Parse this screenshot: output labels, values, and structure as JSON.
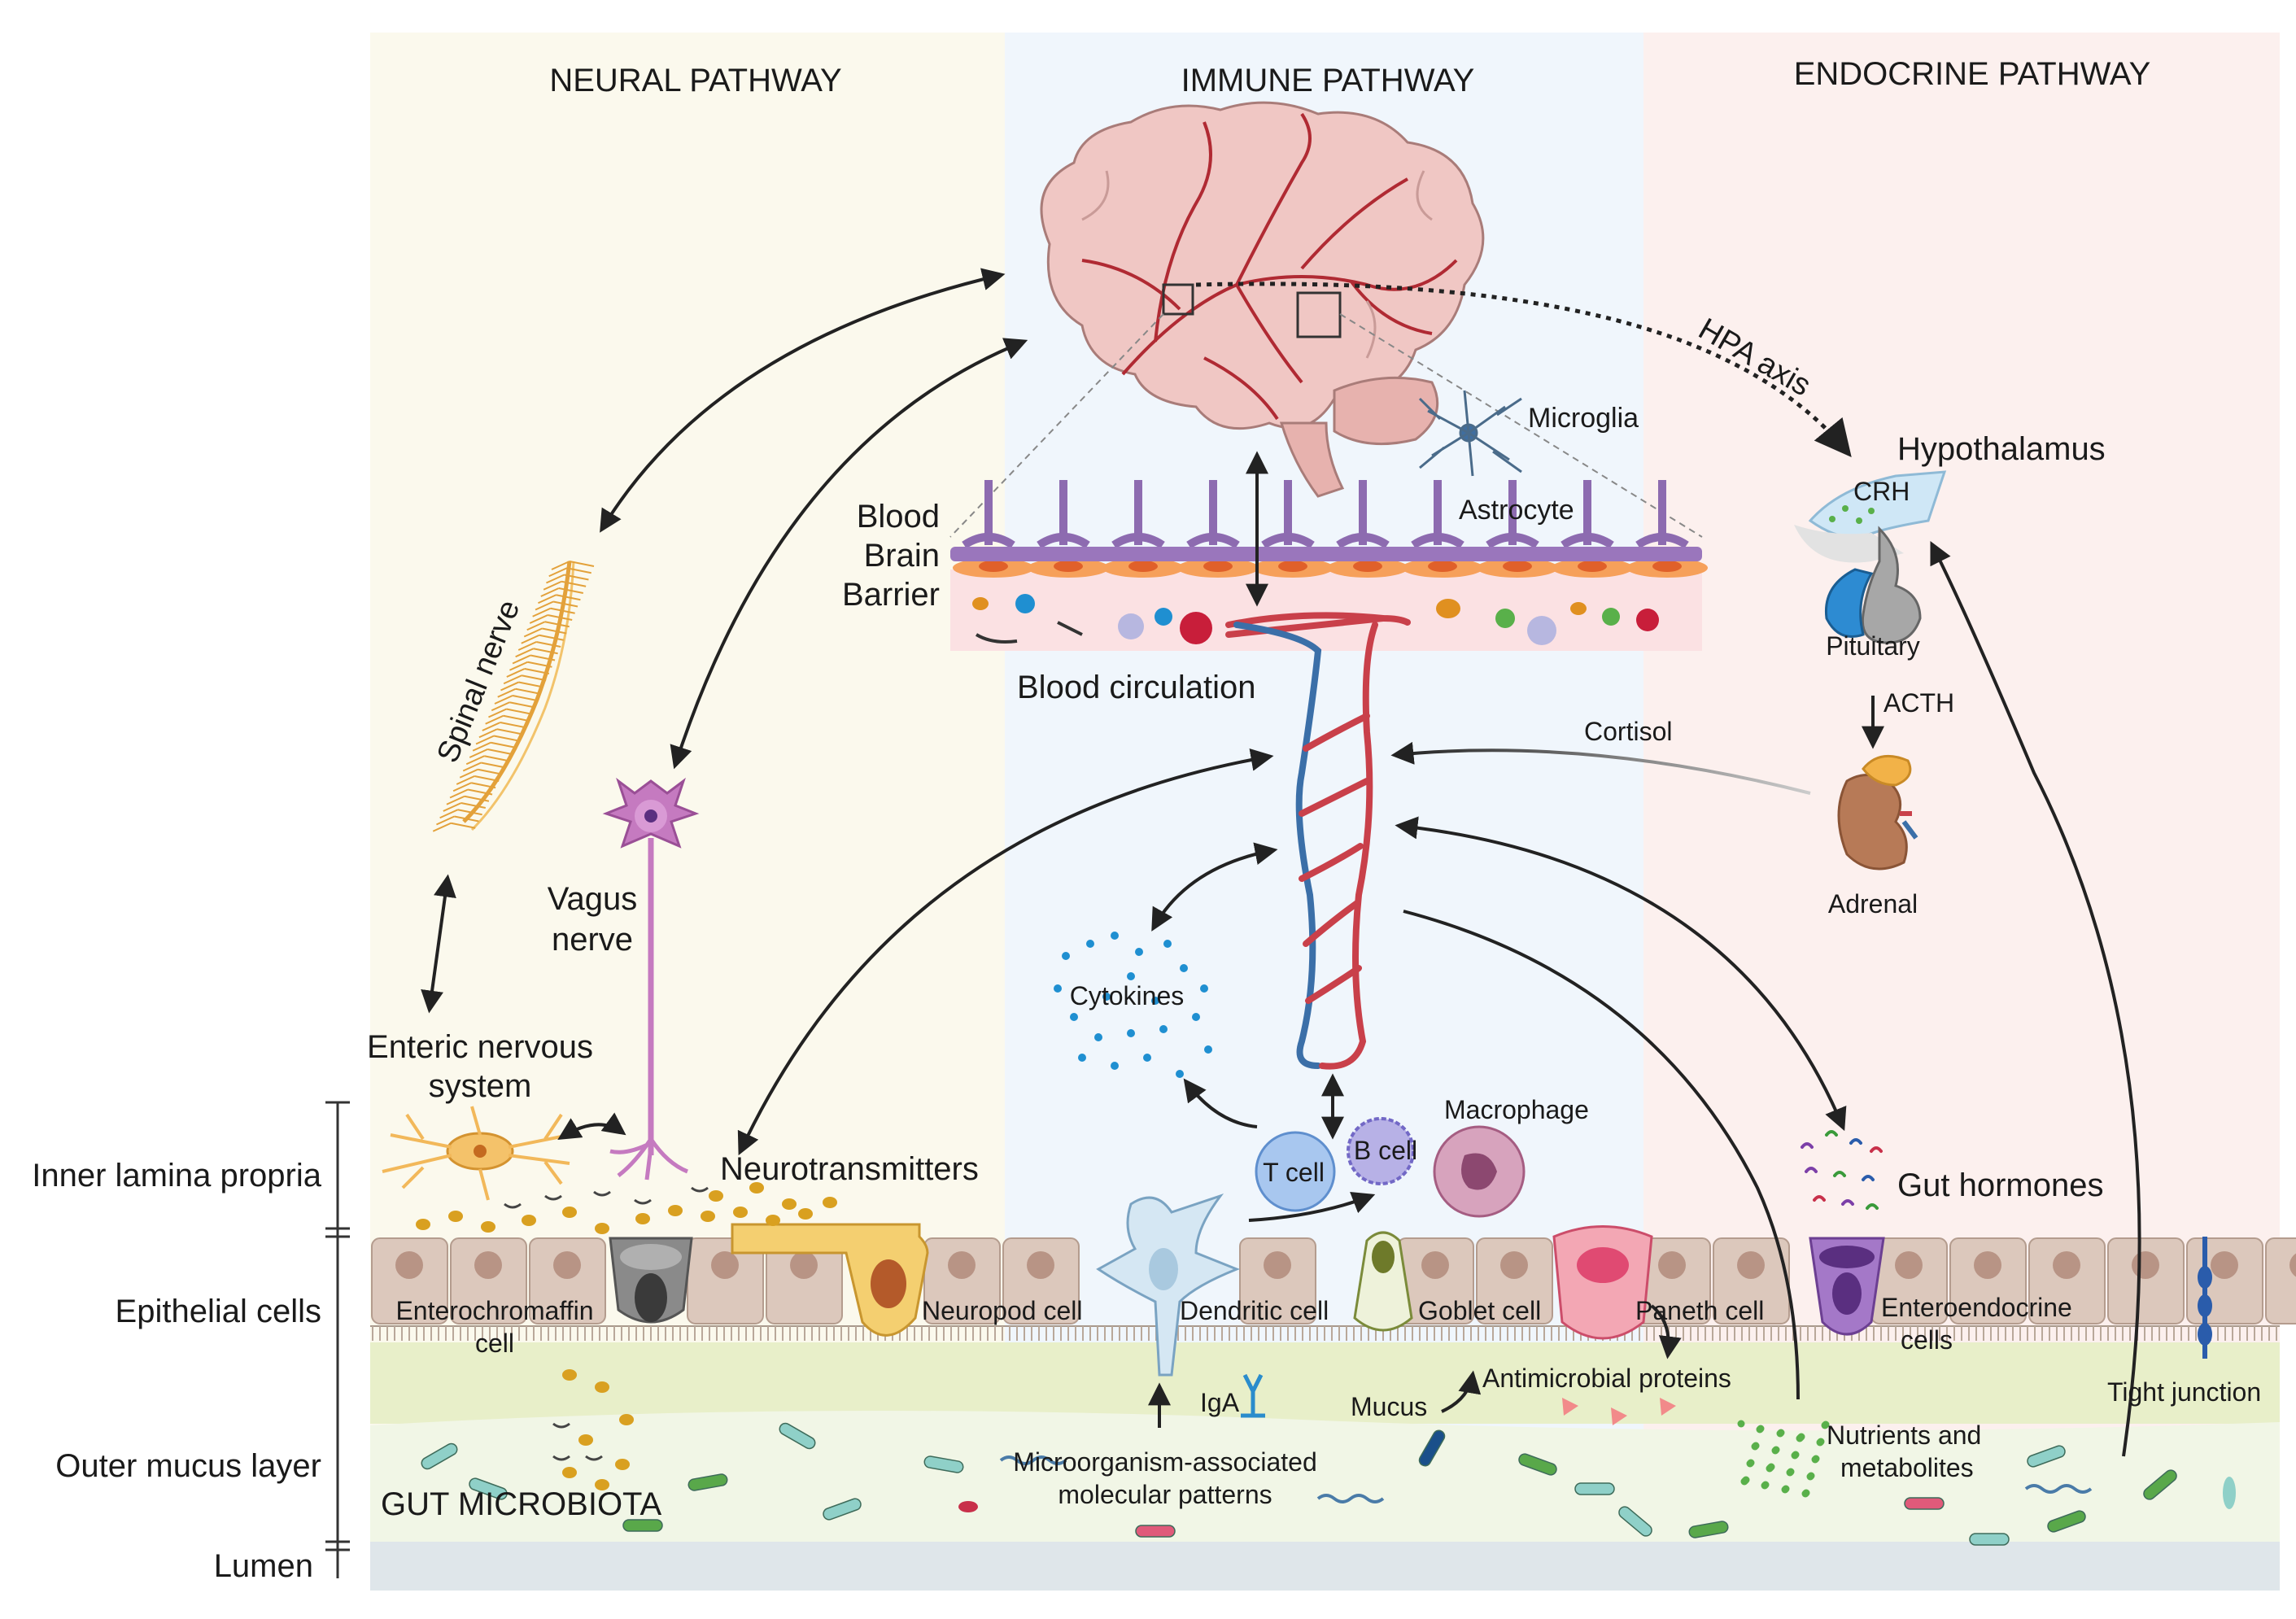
{
  "pathways": {
    "neural": "NEURAL PATHWAY",
    "immune": "IMMUNE PATHWAY",
    "endocrine": "ENDOCRINE PATHWAY"
  },
  "layers": {
    "inner_lamina_propria": "Inner lamina propria",
    "epithelial_cells": "Epithelial cells",
    "outer_mucus_layer": "Outer mucus layer",
    "lumen": "Lumen"
  },
  "labels": {
    "spinal_nerve": "Spinal nerve",
    "vagus_nerve_1": "Vagus",
    "vagus_nerve_2": "nerve",
    "enteric_1": "Enteric nervous",
    "enteric_2": "system",
    "neurotransmitters": "Neurotransmitters",
    "enterochromaffin_1": "Enterochromaffin",
    "enterochromaffin_2": "cell",
    "neuropod": "Neuropod cell",
    "dendritic": "Dendritic cell",
    "goblet": "Goblet cell",
    "paneth": "Paneth cell",
    "enteroendocrine_1": "Enteroendocrine",
    "enteroendocrine_2": "cells",
    "bbb_1": "Blood",
    "bbb_2": "Brain",
    "bbb_3": "Barrier",
    "microglia": "Microglia",
    "astrocyte": "Astrocyte",
    "blood_circulation": "Blood circulation",
    "hpa_axis": "HPA axis",
    "hypothalamus": "Hypothalamus",
    "crh": "CRH",
    "pituitary": "Pituitary",
    "acth": "ACTH",
    "cortisol": "Cortisol",
    "adrenal": "Adrenal",
    "cytokines": "Cytokines",
    "t_cell": "T cell",
    "b_cell": "B cell",
    "macrophage": "Macrophage",
    "gut_hormones": "Gut hormones",
    "iga": "IgA",
    "mucus": "Mucus",
    "antimicrobial": "Antimicrobial proteins",
    "tight_junction": "Tight junction",
    "nutrients_1": "Nutrients and",
    "nutrients_2": "metabolites",
    "mamp_1": "Microorganism-associated",
    "mamp_2": "molecular patterns",
    "gut_microbiota": "GUT MICROBIOTA"
  },
  "colors": {
    "neural_bg": "#fbf9ed",
    "immune_bg": "#f0f6fc",
    "endocrine_bg": "#fcf0ee",
    "brain": "#f0c7c4",
    "vessel_red": "#c9404a",
    "vessel_blue": "#3b6fa8",
    "epithelium": "#dcc8bc",
    "mucus_inner": "#e8efc9",
    "mucus_outer": "#f1f6e6",
    "lumen": "#dfe6ea"
  }
}
